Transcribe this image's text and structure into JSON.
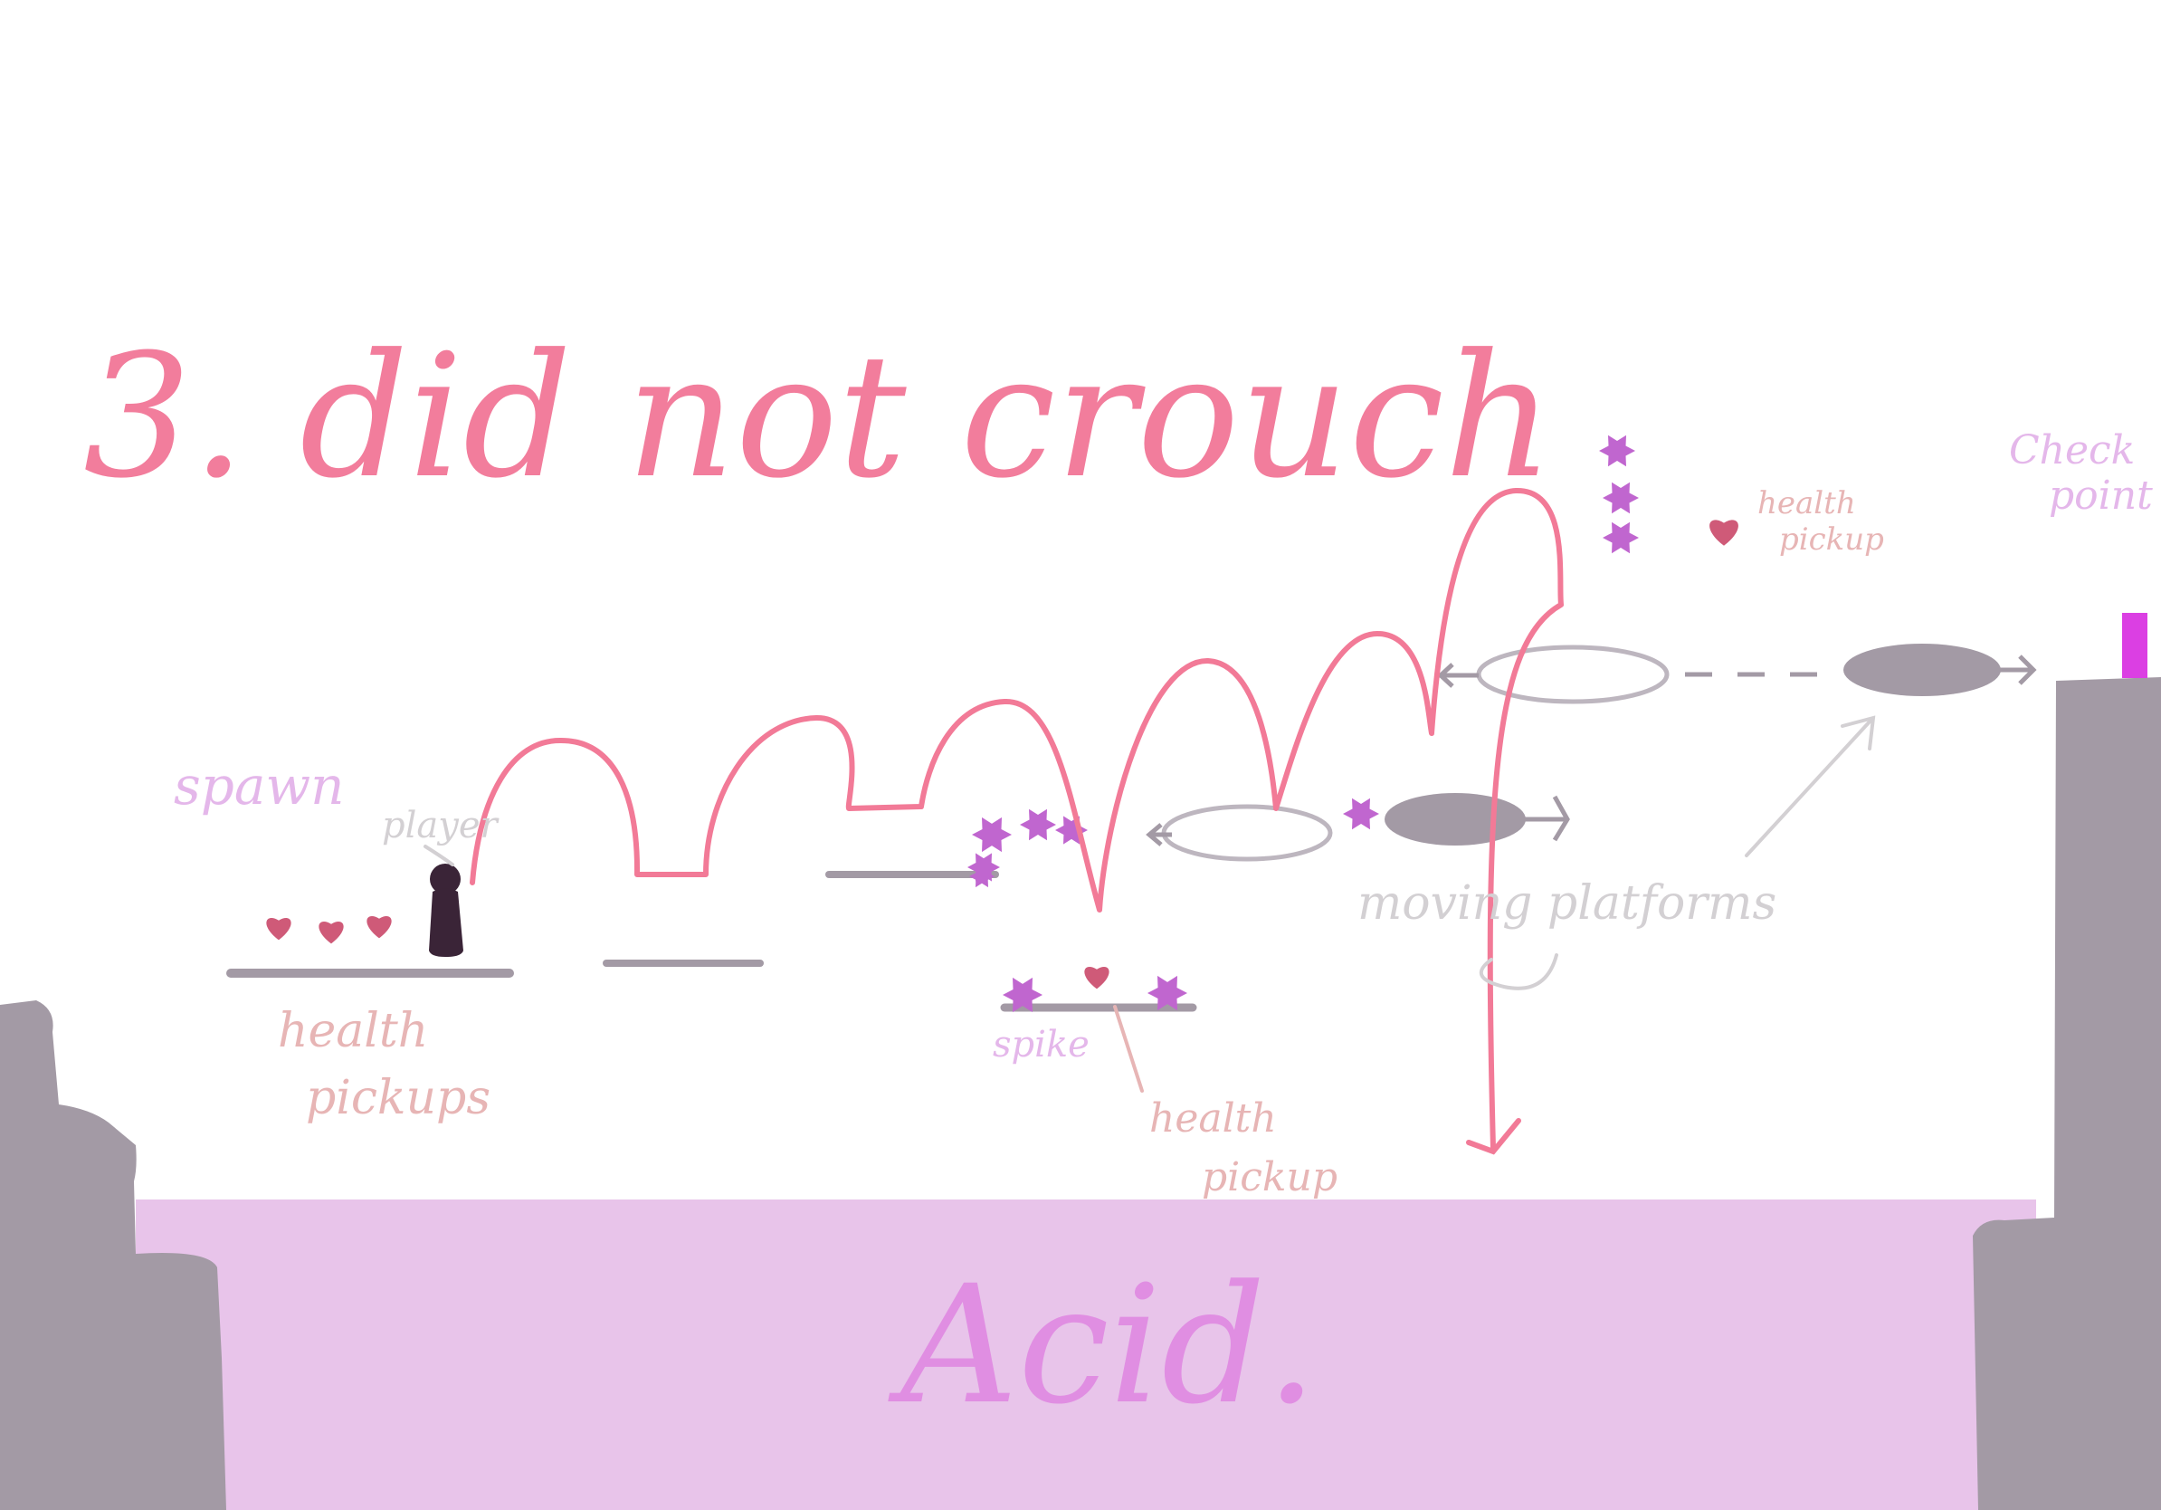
{
  "title": "3. did not crouch",
  "hazard": {
    "label": "Acid."
  },
  "labels": {
    "spawn": "spawn",
    "player": "player",
    "health_pickups_left": "health pickups",
    "spike": "spike",
    "health_pickup_middle": "health pickup",
    "health_pickup_top": "health pickup",
    "moving_platforms": "moving platforms",
    "checkpoint": "Check point"
  },
  "colors": {
    "background": "#ffffff",
    "acid": "#e8c4ea",
    "acid_text": "#e08ee2",
    "title": "#f27d9c",
    "jump_path": "#f27a97",
    "platform": "#a39aa5",
    "wall": "#a39aa5",
    "player": "#3a2437",
    "heart": "#cf5a78",
    "spike": "#c066cf",
    "checkpoint_flag": "#db3fe3",
    "annotation_pink": "#e7b5b5",
    "annotation_purple": "#e4b7ea",
    "annotation_grey": "#d3d0d3"
  },
  "icons": {
    "heart": "heart-icon",
    "spike": "spike-icon",
    "player": "player-icon",
    "arrow": "arrow-icon",
    "checkpoint": "checkpoint-flag-icon"
  }
}
